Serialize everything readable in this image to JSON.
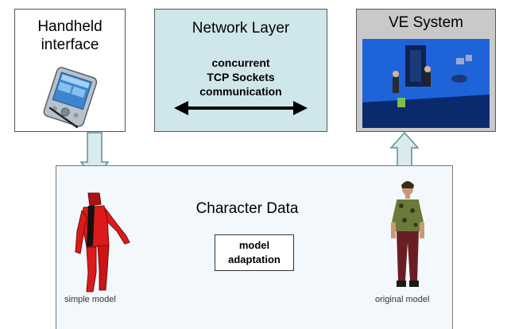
{
  "handheld": {
    "title": "Handheld\ninterface"
  },
  "network": {
    "title": "Network Layer",
    "description": "concurrent\nTCP Sockets\ncommunication"
  },
  "ve_system": {
    "title": "VE System"
  },
  "character_data": {
    "title": "Character Data",
    "adaptation": "model\nadaptation",
    "simple_model_caption": "simple model",
    "original_model_caption": "original model"
  },
  "colors": {
    "network_fill": "#cfe7ea",
    "ve_fill": "#c9c9c9",
    "character_fill": "#f2f8fb",
    "arrow_fill": "#d8ecef",
    "arrow_stroke": "#5f8f97",
    "simple_model_red": "#dd1a1a",
    "screen_blue": "#1a5fd6"
  },
  "icons": [
    "pda-icon",
    "double-arrow-icon",
    "ve-scene-image",
    "down-arrow-icon",
    "up-arrow-icon",
    "simple-model-figure",
    "original-model-figure"
  ]
}
